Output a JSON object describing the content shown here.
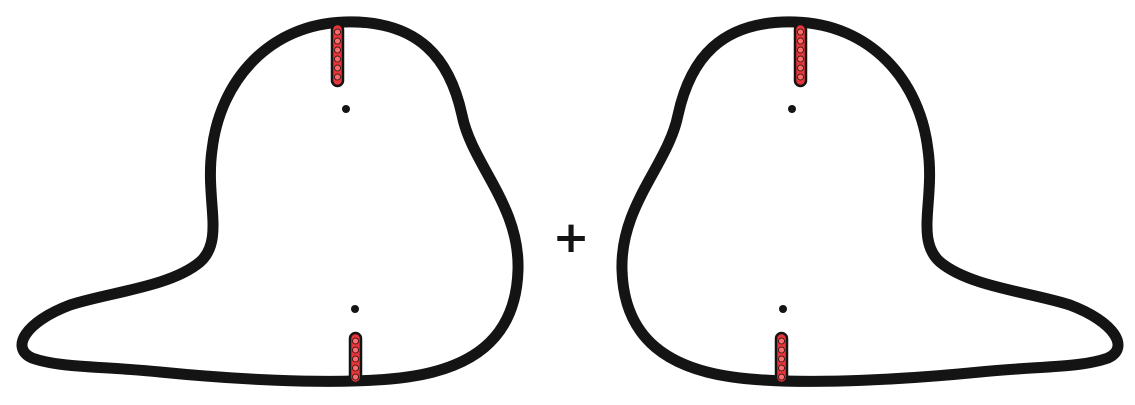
{
  "colors": {
    "outline": "#141414",
    "marker_fill": "#e8353a",
    "marker_dot": "#ff6a6a",
    "background": "#ffffff"
  },
  "diagram": {
    "operator": "+",
    "shapes": [
      {
        "name": "left-shape",
        "markers": [
          "top-dotted-marker",
          "top-dot",
          "bottom-dot",
          "bottom-dotted-marker"
        ]
      },
      {
        "name": "right-shape",
        "markers": [
          "top-dotted-marker",
          "top-dot",
          "bottom-dot",
          "bottom-dotted-marker"
        ]
      }
    ]
  }
}
